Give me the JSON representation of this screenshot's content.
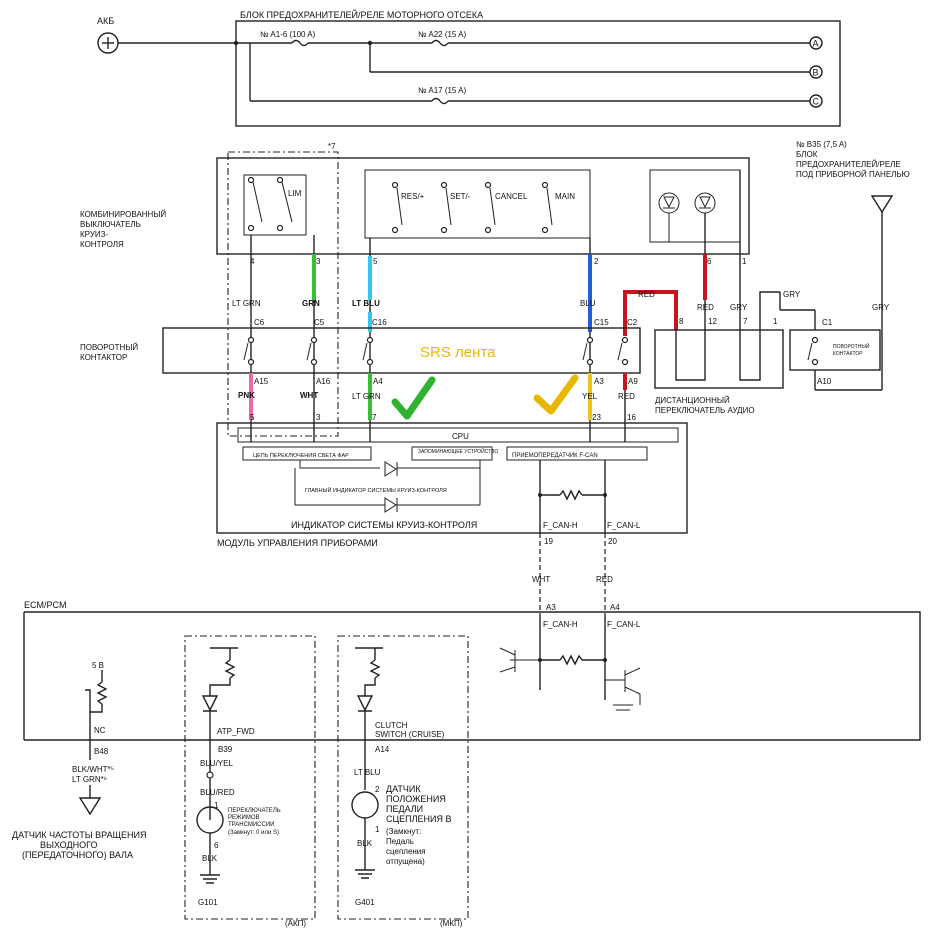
{
  "battery": {
    "label": "АКБ"
  },
  "engine_fuse_block": {
    "title": "БЛОК ПРЕДОХРАНИТЕЛЕЙ/РЕЛЕ МОТОРНОГО ОТСЕКА",
    "fuse1": "№ A1-6 (100 A)",
    "fuse2": "№ A22 (15 A)",
    "fuse3": "№ A17 (15 A)",
    "conn_a": "A",
    "conn_b": "B",
    "conn_c": "C"
  },
  "dash_fuse_block": {
    "fuse": "№ B35 (7,5 A)",
    "line1": "БЛОК",
    "line2": "ПРЕДОХРАНИТЕЛЕЙ/РЕЛЕ",
    "line3": "ПОД ПРИБОРНОЙ ПАНЕЛЬЮ"
  },
  "note_star7": "*7",
  "combo_switch": {
    "line1": "КОМБИНИРОВАННЫЙ",
    "line2": "ВЫКЛЮЧАТЕЛЬ",
    "line3": "КРУИЗ-",
    "line4": "КОНТРОЛЯ",
    "sw_lim": "LIM",
    "sw_res": "RES/+",
    "sw_set": "SET/-",
    "sw_cancel": "CANCEL",
    "sw_main": "MAIN"
  },
  "pins_top": {
    "p4": "4",
    "p3": "3",
    "p5": "5",
    "p2": "2",
    "p6": "6",
    "p1": "1",
    "w_ltgrn": "LT GRN",
    "w_grn": "GRN",
    "w_ltblu": "LT BLU",
    "w_blu": "BLU",
    "w_red": "RED",
    "w_red2": "RED",
    "w_gry": "GRY",
    "w_gry2": "GRY",
    "w_gry3": "GRY",
    "c6": "C6",
    "c5": "C5",
    "c16": "C16",
    "c15": "C15",
    "c2": "C2",
    "c1": "C1",
    "a8": "8",
    "a12": "12",
    "a7": "7",
    "a1": "1"
  },
  "rotary_contactor": {
    "line1": "ПОВОРОТНЫЙ",
    "line2": "КОНТАКТОР",
    "small1": "ПОВОРОТНЫЙ",
    "small2": "КОНТАКТОР",
    "overlay_note": "SRS лента"
  },
  "audio_remote": {
    "line1": "ДИСТАНЦИОННЫЙ",
    "line2": "ПЕРЕКЛЮЧАТЕЛЬ АУДИО",
    "a10": "A10"
  },
  "pins_bottom": {
    "a15": "A15",
    "a16": "A16",
    "a4": "A4",
    "a3": "A3",
    "a9": "A9",
    "w_pnk": "PNK",
    "w_wht": "WHT",
    "w_ltgrn": "LT GRN",
    "w_yel": "YEL",
    "w_red": "RED",
    "n5": "5",
    "n3": "3",
    "n7": "7",
    "n23": "23",
    "n16": "16"
  },
  "instrument_module": {
    "cpu": "CPU",
    "headlight_circuit": "ЦЕПЬ ПЕРЕКЛЮЧЕНИЯ СВЕТА ФАР",
    "memory": "ЗАПОМИНАЮЩЕЕ УСТРОЙСТВО",
    "fcan_transceiver": "ПРИЕМОПЕРЕДАТЧИК F-CAN",
    "main_indicator": "ГЛАВНЫЙ ИНДИКАТОР СИСТЕМЫ КРУИЗ-КОНТРОЛЯ",
    "cruise_indicator": "ИНДИКАТОР СИСТЕМЫ КРУИЗ-КОНТРОЛЯ",
    "title": "МОДУЛЬ УПРАВЛЕНИЯ ПРИБОРАМИ",
    "fcan_h": "F_CAN-H",
    "fcan_l": "F_CAN-L",
    "p19": "19",
    "p20": "20"
  },
  "can_wires": {
    "wht": "WHT",
    "red": "RED",
    "a3": "A3",
    "a4": "A4",
    "fcan_h": "F_CAN-H",
    "fcan_l": "F_CAN-L"
  },
  "ecm": {
    "title": "ECM/PCM",
    "v5": "5 В",
    "nc": "NC",
    "b48": "B48",
    "wire1": "BLK/WHT*⁵",
    "wire2": "LT GRN*⁶",
    "sensor_line1": "ДАТЧИК ЧАСТОТЫ ВРАЩЕНИЯ",
    "sensor_line2": "ВЫХОДНОГО",
    "sensor_line3": "(ПЕРЕДАТОЧНОГО) ВАЛА",
    "atp_fwd": "ATP_FWD",
    "b39": "B39",
    "blu_yel": "BLU/YEL",
    "blu_red": "BLU/RED",
    "trans_line1": "ПЕРЕКЛЮЧАТЕЛЬ",
    "trans_line2": "РЕЖИМОВ",
    "trans_line3": "ТРАНСМИССИИ",
    "trans_line4": "(Замкнут: 0 или S)",
    "p1": "1",
    "p6": "6",
    "blk": "BLK",
    "g101": "G101",
    "akp": "(АКП)",
    "clutch1": "CLUTCH",
    "clutch2": "SWITCH (CRUISE)",
    "a14": "A14",
    "lt_blu": "LT BLU",
    "p2": "2",
    "p1b": "1",
    "blk2": "BLK",
    "g401": "G401",
    "mkp": "(МКП)",
    "clutch_sensor1": "ДАТЧИК",
    "clutch_sensor2": "ПОЛОЖЕНИЯ",
    "clutch_sensor3": "ПЕДАЛИ",
    "clutch_sensor4": "СЦЕПЛЕНИЯ В",
    "clutch_sensor5": "(Замкнут:",
    "clutch_sensor6": "Педаль",
    "clutch_sensor7": "сцепления",
    "clutch_sensor8": "отпущена)"
  },
  "colors": {
    "pink": "#e86aa8",
    "green": "#3dbb3d",
    "cyan": "#35c8e8",
    "blue": "#1f5fd6",
    "yellow": "#f0c419",
    "red": "#c8141e",
    "check_green": "#2fb32f",
    "check_yellow": "#e6b800",
    "srs_text": "#e6b800"
  }
}
